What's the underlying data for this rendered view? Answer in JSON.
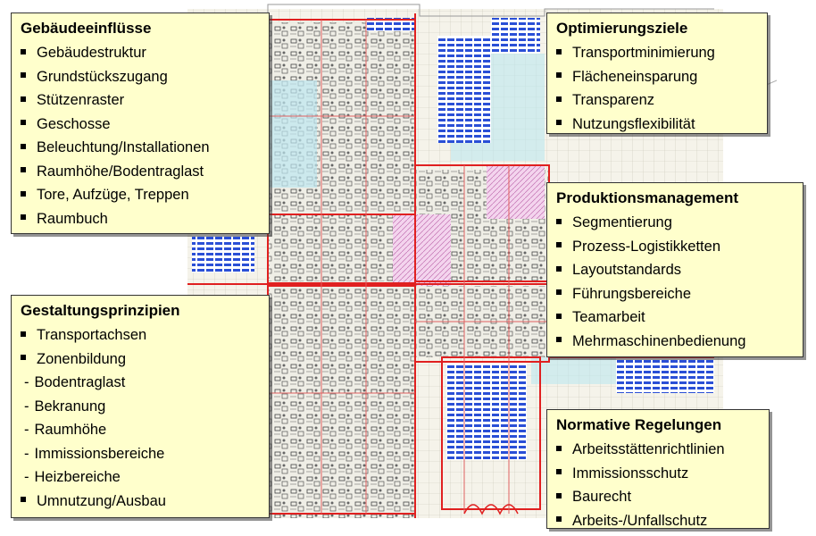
{
  "boxes": {
    "gebaeude": {
      "title": "Gebäudeeinflüsse",
      "items": [
        "Gebäudestruktur",
        "Grundstückszugang",
        "Stützenraster",
        "Geschosse",
        "Beleuchtung/Installationen",
        "Raumhöhe/Bodentraglast",
        "Tore, Aufzüge, Treppen",
        "Raumbuch"
      ]
    },
    "optimierung": {
      "title": "Optimierungsziele",
      "items": [
        "Transportminimierung",
        "Flächeneinsparung",
        "Transparenz",
        "Nutzungsflexibilität"
      ]
    },
    "produktion": {
      "title": "Produktionsmanagement",
      "items": [
        "Segmentierung",
        "Prozess-Logistikketten",
        "Layoutstandards",
        "Führungsbereiche",
        "Teamarbeit",
        "Mehrmaschinenbedienung"
      ]
    },
    "gestaltung": {
      "title": "Gestaltungsprinzipien",
      "items": [
        "Transportachsen",
        "Zonenbildung",
        "Bodentraglast",
        "Bekranung",
        "Raumhöhe",
        "Immissionsbereiche",
        "Heizbereiche",
        "Umnutzung/Ausbau"
      ]
    },
    "normativ": {
      "title": "Normative Regelungen",
      "items": [
        "Arbeitsstättenrichtlinien",
        "Immissionsschutz",
        "Baurecht",
        "Arbeits-/Unfallschutz"
      ]
    }
  },
  "colors": {
    "box_fill": "#ffffcc",
    "plan_line": "#e02020",
    "storage_blue": "#2a4fd6",
    "zone_pink": "#e8a0d8",
    "zone_cyan": "#bde7ef"
  }
}
